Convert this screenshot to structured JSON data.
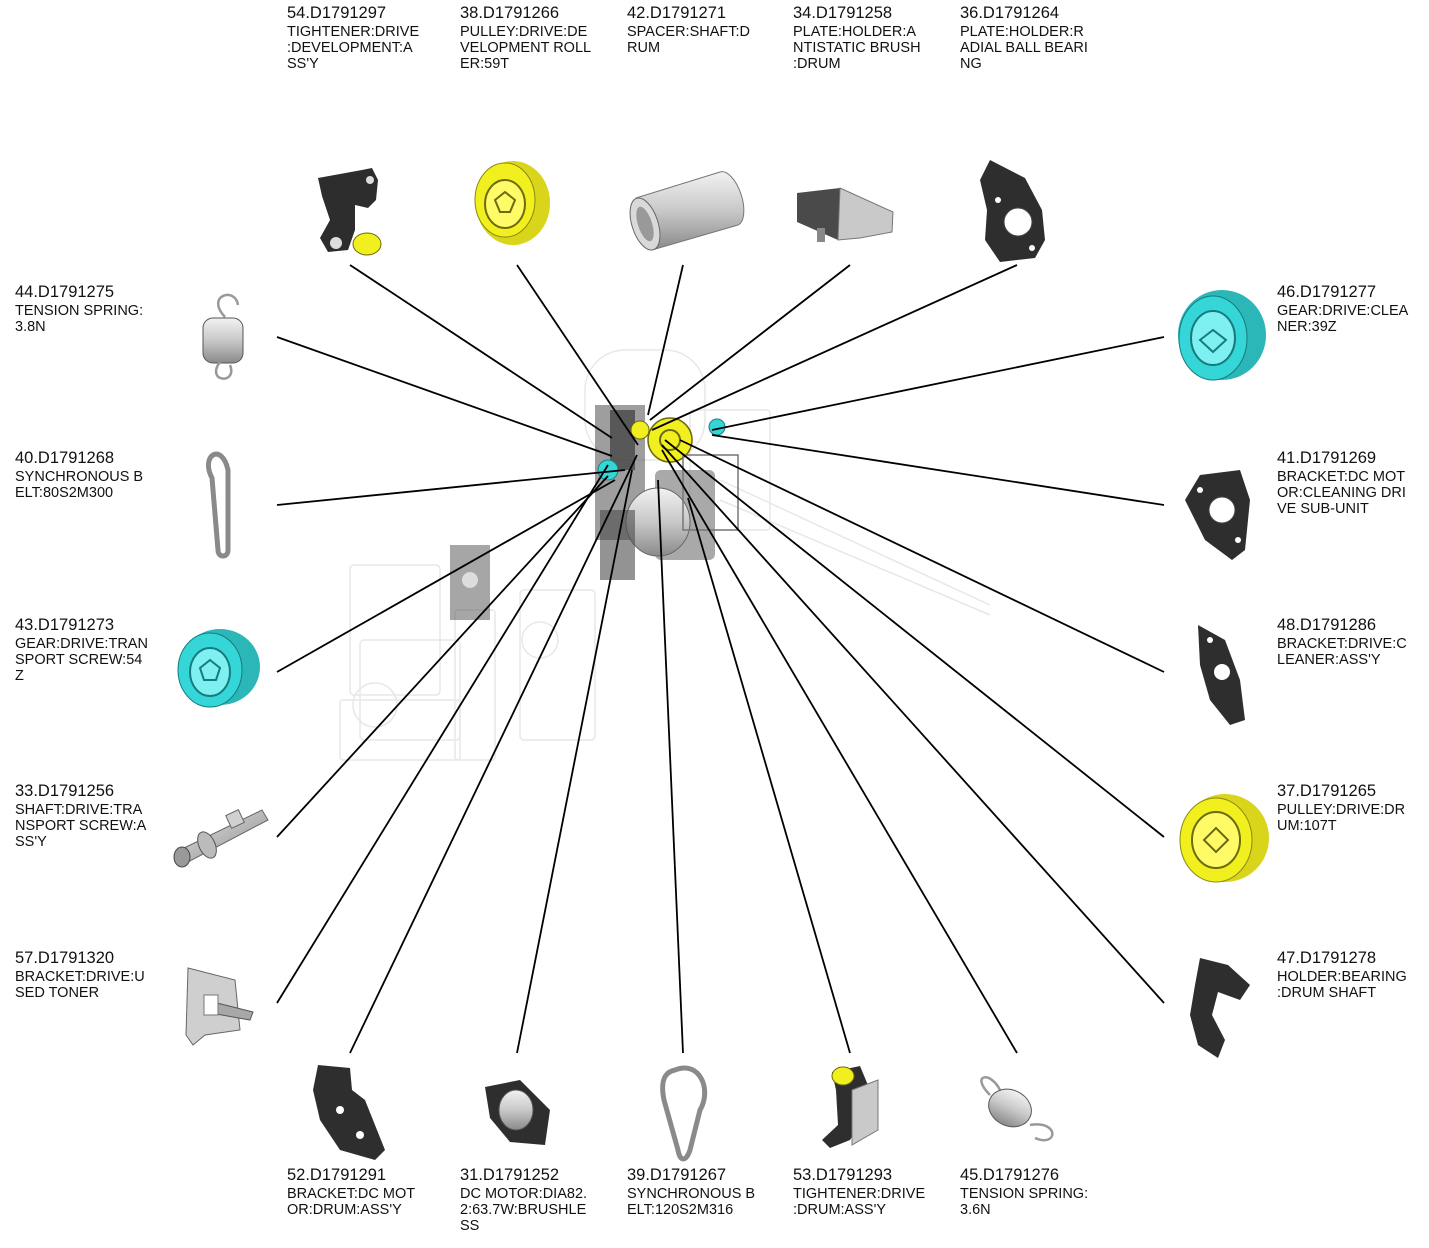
{
  "parts": [
    {
      "id": "p54",
      "part_no": "54.D1791297",
      "desc": "TIGHTENER:DRIVE\n:DEVELOPMENT:A\nSS'Y",
      "icon": "tightener-icon"
    },
    {
      "id": "p38",
      "part_no": "38.D1791266",
      "desc": "PULLEY:DRIVE:DE\nVELOPMENT ROLL\nER:59T",
      "icon": "pulley-icon"
    },
    {
      "id": "p42",
      "part_no": "42.D1791271",
      "desc": "SPACER:SHAFT:D\nRUM",
      "icon": "spacer-icon"
    },
    {
      "id": "p34",
      "part_no": "34.D1791258",
      "desc": "PLATE:HOLDER:A\nNTISTATIC BRUSH\n:DRUM",
      "icon": "plate-icon"
    },
    {
      "id": "p36",
      "part_no": "36.D1791264",
      "desc": "PLATE:HOLDER:R\nADIAL BALL BEARI\nNG",
      "icon": "plate-icon"
    },
    {
      "id": "p44",
      "part_no": "44.D1791275",
      "desc": "TENSION SPRING:\n3.8N",
      "icon": "spring-icon"
    },
    {
      "id": "p40",
      "part_no": "40.D1791268",
      "desc": "SYNCHRONOUS B\nELT:80S2M300",
      "icon": "belt-icon"
    },
    {
      "id": "p43",
      "part_no": "43.D1791273",
      "desc": "GEAR:DRIVE:TRAN\nSPORT SCREW:54\nZ",
      "icon": "gear-icon"
    },
    {
      "id": "p33",
      "part_no": "33.D1791256",
      "desc": "SHAFT:DRIVE:TRA\nNSPORT SCREW:A\nSS'Y",
      "icon": "shaft-icon"
    },
    {
      "id": "p57",
      "part_no": "57.D1791320",
      "desc": "BRACKET:DRIVE:U\nSED TONER",
      "icon": "bracket-icon"
    },
    {
      "id": "p46",
      "part_no": "46.D1791277",
      "desc": "GEAR:DRIVE:CLEA\nNER:39Z",
      "icon": "gear-icon"
    },
    {
      "id": "p41",
      "part_no": "41.D1791269",
      "desc": "BRACKET:DC MOT\nOR:CLEANING DRI\nVE SUB-UNIT",
      "icon": "bracket-icon"
    },
    {
      "id": "p48",
      "part_no": "48.D1791286",
      "desc": "BRACKET:DRIVE:C\nLEANER:ASS'Y",
      "icon": "bracket-icon"
    },
    {
      "id": "p37",
      "part_no": "37.D1791265",
      "desc": "PULLEY:DRIVE:DR\nUM:107T",
      "icon": "pulley-icon"
    },
    {
      "id": "p47",
      "part_no": "47.D1791278",
      "desc": "HOLDER:BEARING\n:DRUM SHAFT",
      "icon": "holder-icon"
    },
    {
      "id": "p52",
      "part_no": "52.D1791291",
      "desc": "BRACKET:DC MOT\nOR:DRUM:ASS'Y",
      "icon": "bracket-icon"
    },
    {
      "id": "p31",
      "part_no": "31.D1791252",
      "desc": "DC MOTOR:DIA82.\n2:63.7W:BRUSHLE\nSS",
      "icon": "motor-icon"
    },
    {
      "id": "p39",
      "part_no": "39.D1791267",
      "desc": "SYNCHRONOUS B\nELT:120S2M316",
      "icon": "belt-icon"
    },
    {
      "id": "p53",
      "part_no": "53.D1791293",
      "desc": "TIGHTENER:DRIVE\n:DRUM:ASS'Y",
      "icon": "tightener-icon"
    },
    {
      "id": "p45",
      "part_no": "45.D1791276",
      "desc": "TENSION SPRING:\n3.6N",
      "icon": "spring-icon"
    }
  ],
  "colors": {
    "yellow": "#f2ef1e",
    "cyan": "#35d6d8",
    "dark": "#2a2a2a",
    "metal": "#b9b9b9",
    "line": "#000000"
  }
}
